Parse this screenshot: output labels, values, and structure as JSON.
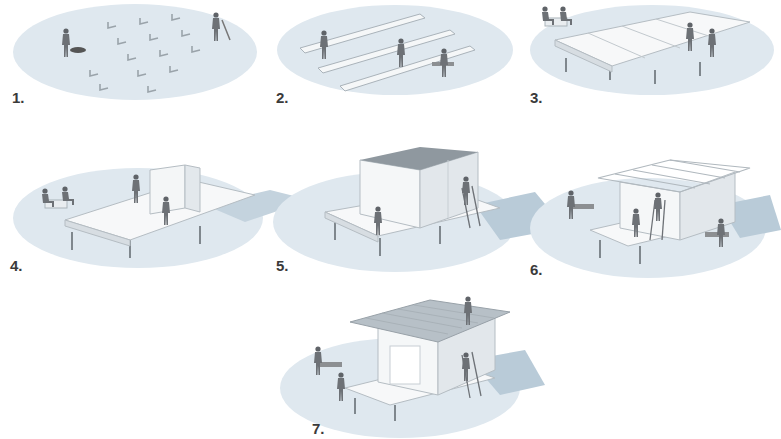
{
  "diagram": {
    "labels": [
      "1.",
      "2.",
      "3.",
      "4.",
      "5.",
      "6.",
      "7."
    ]
  }
}
